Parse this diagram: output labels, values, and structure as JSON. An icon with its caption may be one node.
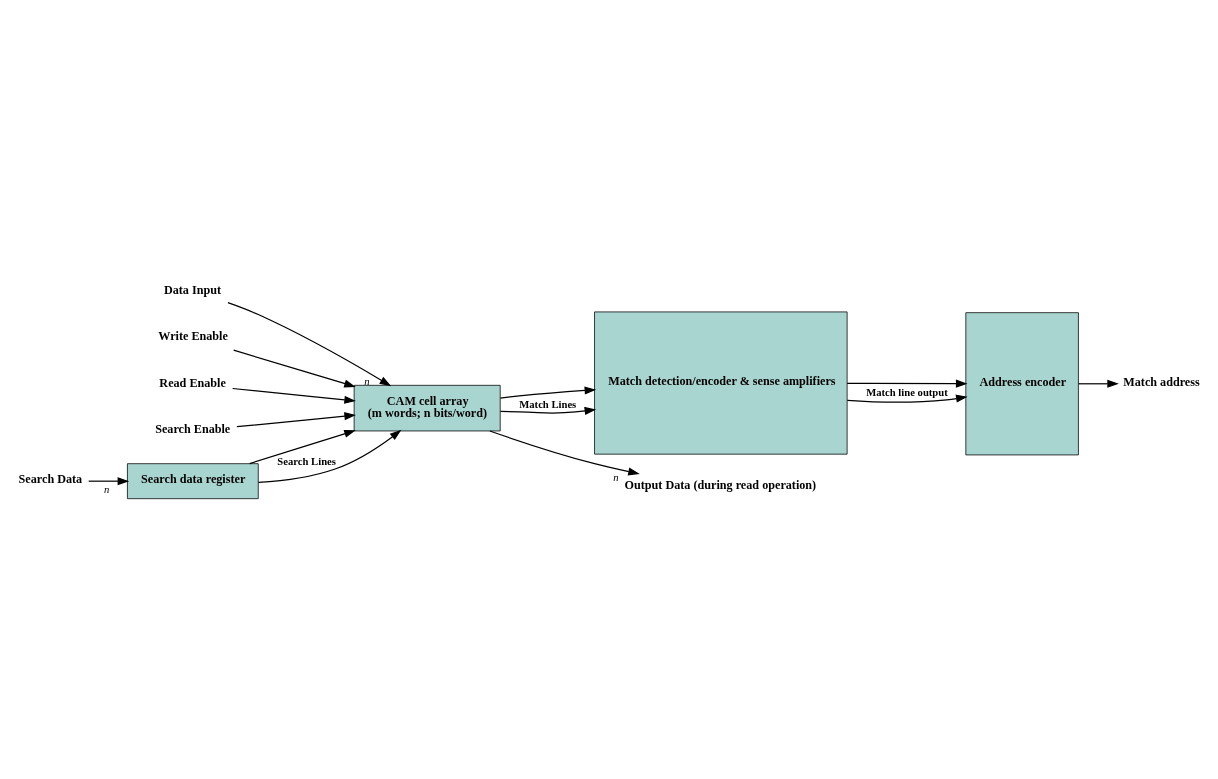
{
  "diagram": {
    "nodes": [
      {
        "text": [
          "Search data register"
        ]
      },
      {
        "text": [
          "CAM cell array",
          "(m words; n bits/word)"
        ]
      },
      {
        "text": [
          "Match detection/encoder & sense amplifiers"
        ]
      },
      {
        "text": [
          "Address encoder"
        ]
      },
      {
        "text": [
          "Search Data"
        ]
      },
      {
        "text": [
          "Data Input"
        ]
      },
      {
        "text": [
          "Write Enable"
        ]
      },
      {
        "text": [
          "Read Enable"
        ]
      },
      {
        "text": [
          "Search Enable"
        ]
      },
      {
        "text": [
          "Output Data (during read operation)"
        ]
      },
      {
        "text": [
          "Match address"
        ]
      }
    ],
    "edges": [
      {
        "from": 4,
        "to": 0,
        "arrow": "to",
        "label": "n"
      },
      {
        "from": 0,
        "to": 1,
        "arrow": "to"
      },
      {
        "from": 0,
        "to": 1,
        "arrow": "to",
        "label": "Search Lines"
      },
      {
        "from": 5,
        "to": 1,
        "arrow": "to",
        "label": "n"
      },
      {
        "from": 6,
        "to": 1,
        "arrow": "to"
      },
      {
        "from": 7,
        "to": 1,
        "arrow": "to"
      },
      {
        "from": 8,
        "to": 1,
        "arrow": "to"
      },
      {
        "from": 1,
        "to": 9,
        "arrow": "to",
        "label": "n"
      },
      {
        "from": 1,
        "to": 2,
        "arrow": "to"
      },
      {
        "from": 1,
        "to": 2,
        "arrow": "to",
        "label": "Match Lines"
      },
      {
        "from": 2,
        "to": 3,
        "arrow": "to"
      },
      {
        "from": 2,
        "to": 3,
        "arrow": "to",
        "label": "Match line output"
      },
      {
        "from": 3,
        "to": 10,
        "arrow": "to"
      }
    ]
  }
}
